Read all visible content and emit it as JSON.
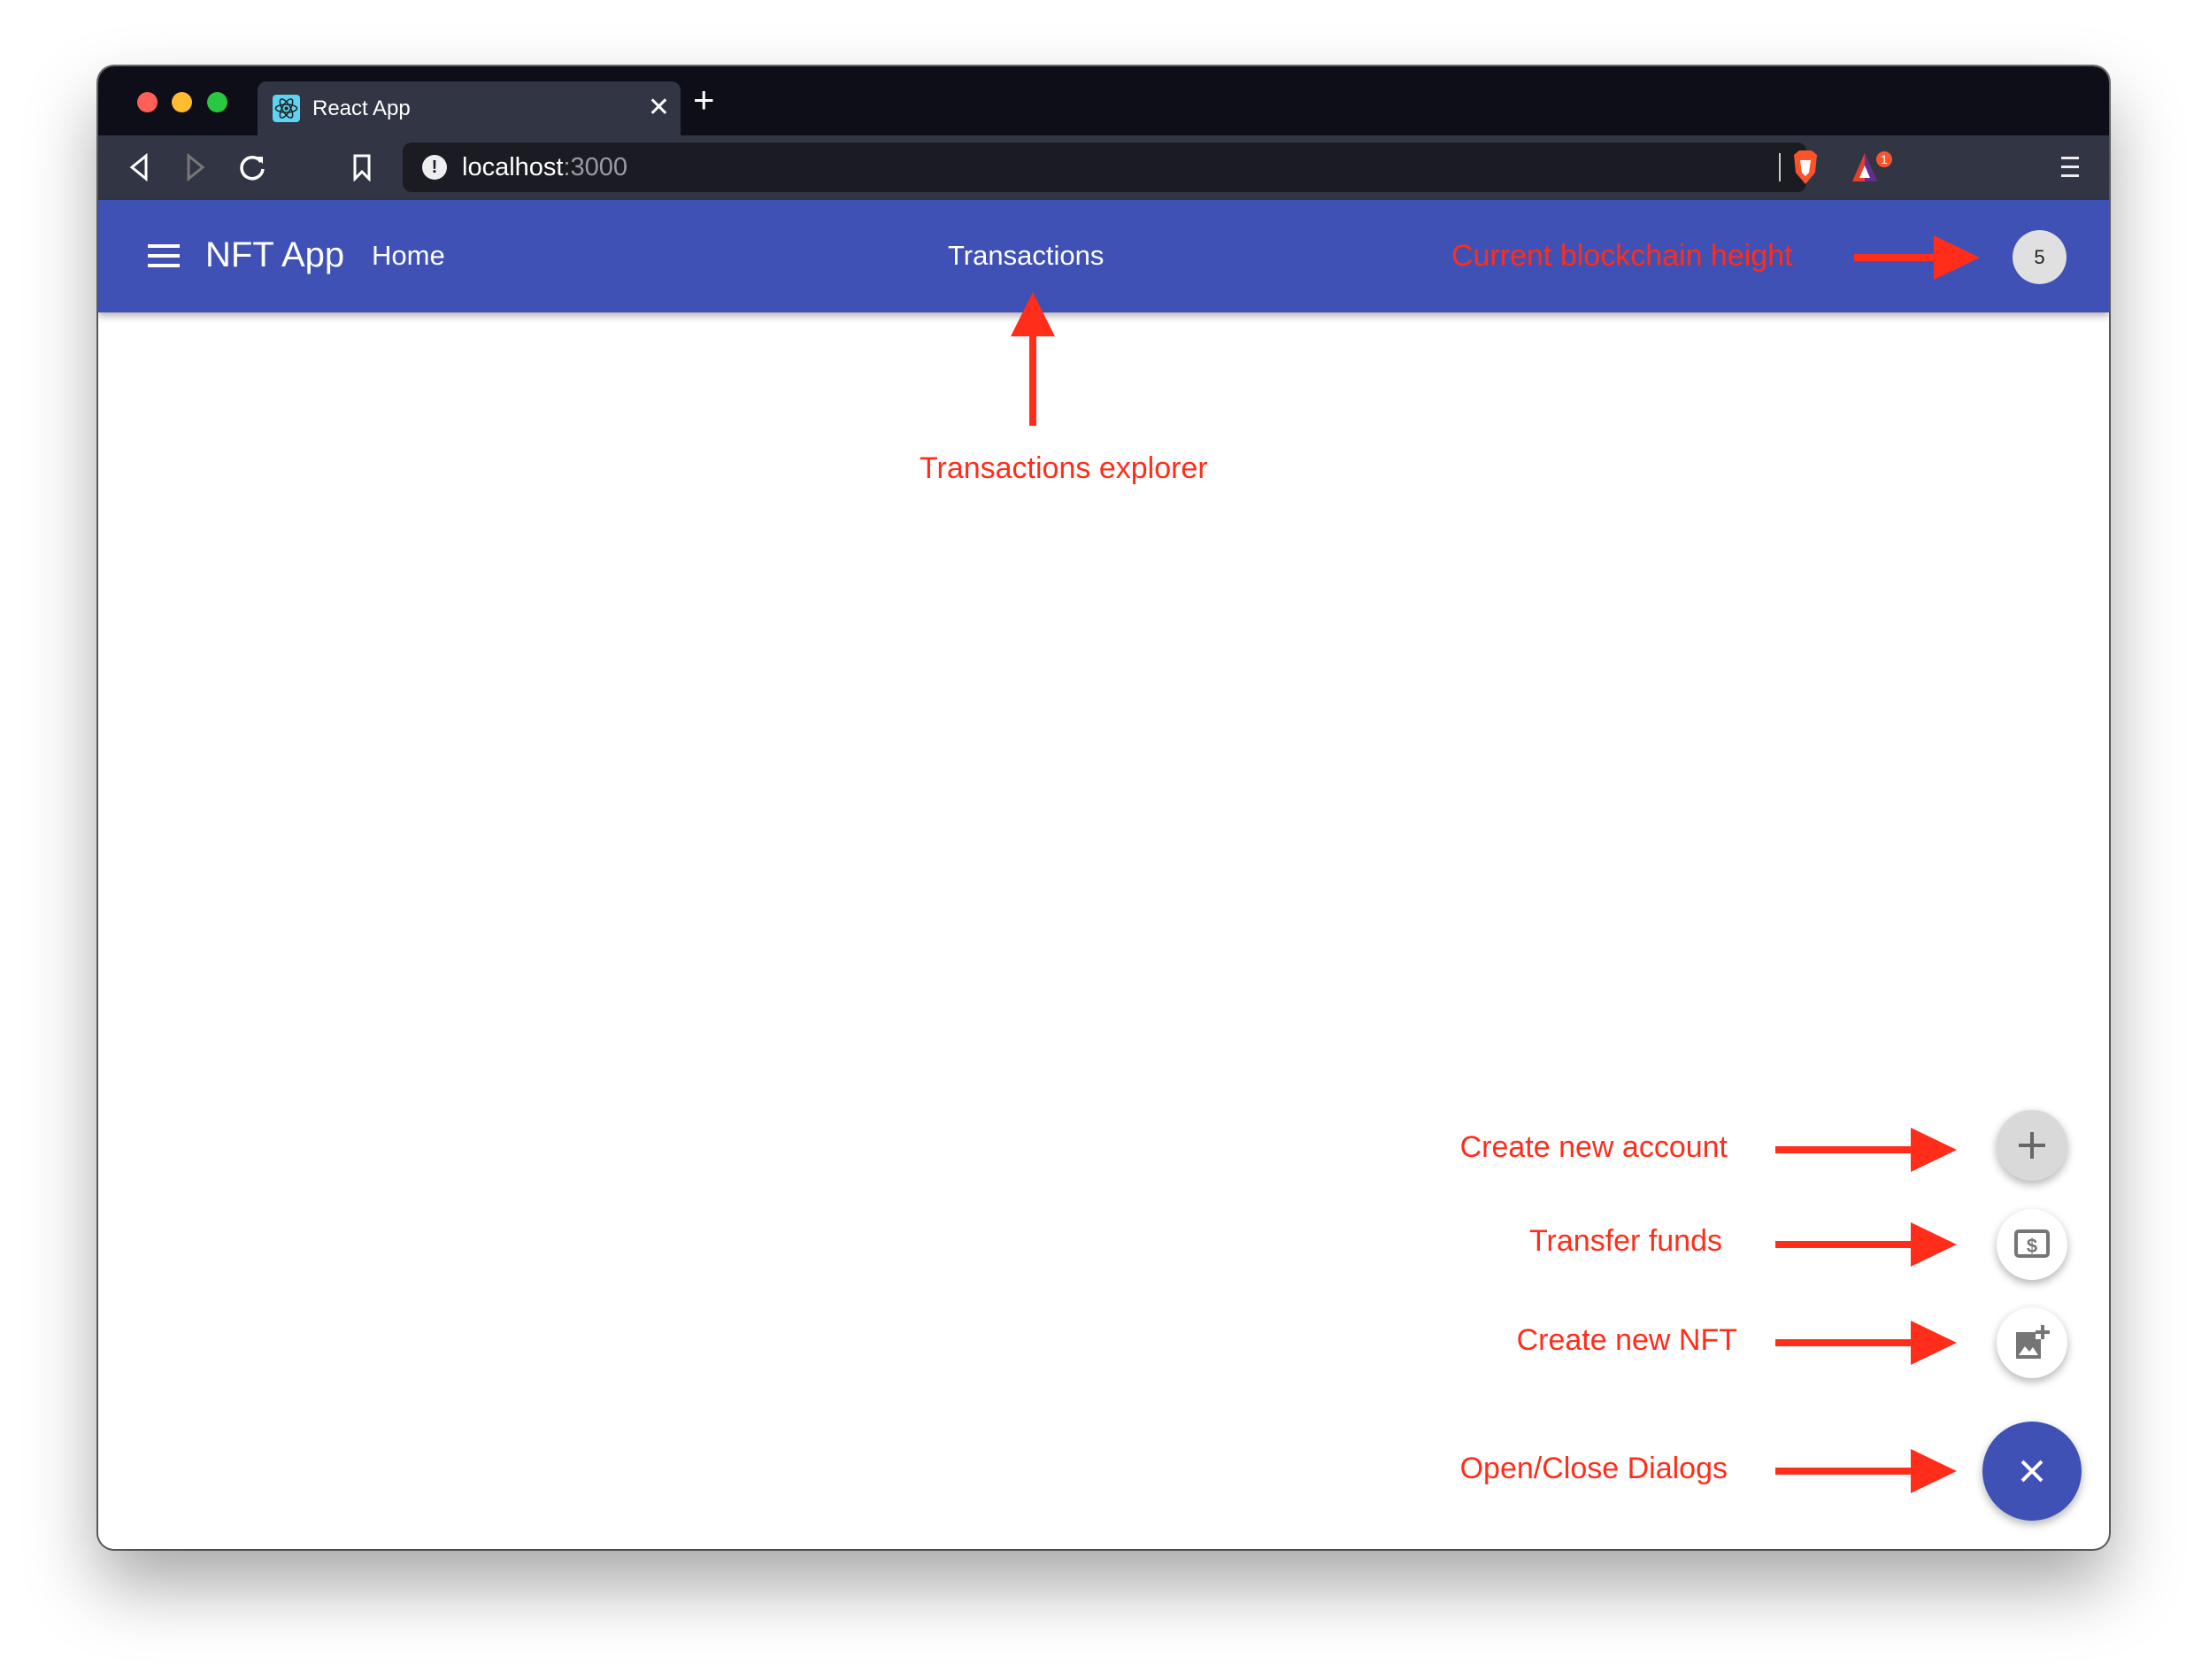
{
  "browser": {
    "tab_title": "React App",
    "url_host": "localhost",
    "url_port": ":3000",
    "notification_count": "1"
  },
  "appbar": {
    "brand": "NFT App",
    "nav_home": "Home",
    "nav_transactions": "Transactions",
    "block_height": "5"
  },
  "fabs": [
    {
      "icon": "plus-icon"
    },
    {
      "icon": "dollar-bill-icon"
    },
    {
      "icon": "add-photo-icon"
    },
    {
      "icon": "close-icon",
      "color": "#3f51b5"
    }
  ],
  "annotations": {
    "block_height": "Current blockchain height",
    "transactions": "Transactions explorer",
    "create_account": "Create new account",
    "transfer_funds": "Transfer funds",
    "create_nft": "Create new NFT",
    "open_close": "Open/Close Dialogs",
    "color": "#ff2d1a"
  },
  "colors": {
    "primary": "#3f51b5"
  }
}
